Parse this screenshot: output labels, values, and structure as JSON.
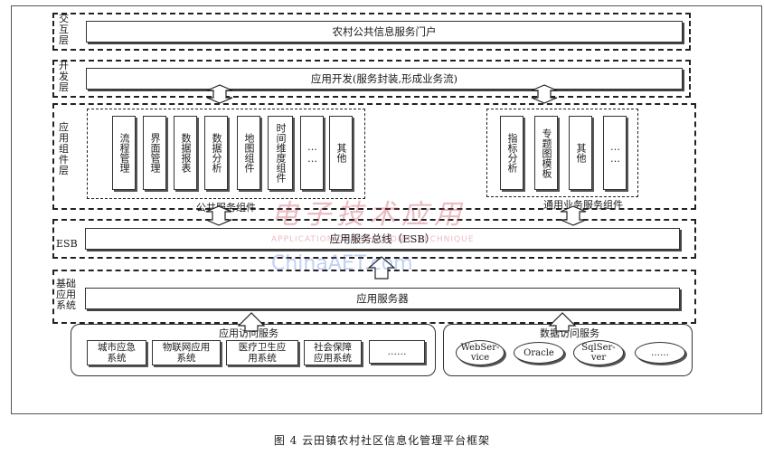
{
  "layers": {
    "interaction": {
      "label": "交\n互\n层",
      "bar": "农村公共信息服务门户"
    },
    "development": {
      "label": "开\n发\n层",
      "bar": "应用开发(服务封装,形成业务流)"
    },
    "component": {
      "label": "应\n用\n组\n件\n层"
    },
    "esb": {
      "label": "ESB",
      "bar": "应用服务总线（ESB）"
    },
    "base": {
      "label": "基础\n应用\n系统",
      "bar": "应用服务器"
    }
  },
  "public_components": {
    "label": "公共服务组件",
    "items": [
      "流程管理",
      "界面管理",
      "数据报表",
      "数据分析",
      "地图组件",
      "时间维度组件",
      "……",
      "其他"
    ]
  },
  "common_components": {
    "label": "通用业务服务组件",
    "items": [
      "指标分析",
      "专题图模板",
      "其他",
      "……"
    ]
  },
  "app_access": {
    "label": "应用访问服务",
    "items": [
      "城市应急\n系统",
      "物联网应用\n系统",
      "医疗卫生应\n用系统",
      "社会保障\n应用系统",
      "……"
    ]
  },
  "data_access": {
    "label": "数据访问服务",
    "items": [
      "WebSer-\nvice",
      "Oracle",
      "SqlSer-\nver",
      "……"
    ]
  },
  "watermark": {
    "cn": "电子技术应用",
    "en": "APPLICATION OF ELECTRONIC TECHNIQUE",
    "url": "ChinaAET.com"
  },
  "caption": "图 4   云田镇农村社区信息化管理平台框架"
}
